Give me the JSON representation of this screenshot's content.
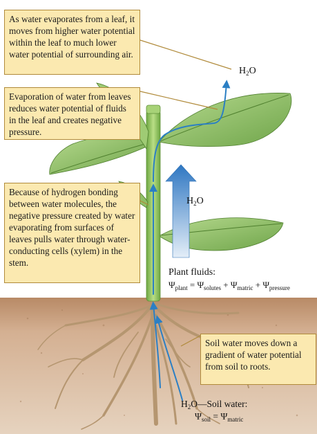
{
  "callouts": {
    "leaf_evaporation": "As water evaporates from a leaf, it moves from higher water potential within the leaf to much lower water potential of surrounding air.",
    "negative_pressure": "Evaporation of water from leaves reduces water potential of fluids in the leaf and creates negative pressure.",
    "cohesion": "Because of hydrogen bonding between water molecules, the negative pressure created by water evaporating from surfaces of leaves pulls water through water-conducting cells (xylem) in the stem.",
    "soil_gradient": "Soil water moves down a gradient of water potential from soil to roots."
  },
  "labels": {
    "h2o_top": {
      "main": "H",
      "sub": "2",
      "tail": "O"
    },
    "h2o_arrow": {
      "main": "H",
      "sub": "2",
      "tail": "O"
    },
    "plant_fluids_title": "Plant fluids:",
    "plant_fluids_eq": {
      "psi": "Ψ",
      "sub_plant": "plant",
      "eq": " = ",
      "sub_solutes": "solutes",
      "plus": " + ",
      "sub_matric": "matric",
      "sub_pressure": "pressure"
    },
    "soil_water": {
      "h": "H",
      "two": "2",
      "o": "O",
      "dash": "—",
      "text": "Soil water:",
      "psi": "Ψ",
      "sub_soil": "soil",
      "eq": " = ",
      "sub_matric": "matric"
    }
  },
  "colors": {
    "callout_fill": "#fbe9b0",
    "callout_border": "#b08a3a",
    "leaf": "#8fc06a",
    "stem": "#9ccc62",
    "soil": "#c9a27e",
    "water_arrow": "#2b7fc4"
  }
}
